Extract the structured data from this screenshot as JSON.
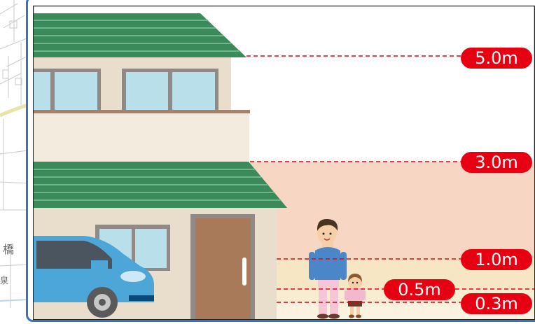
{
  "depth_levels": [
    {
      "value": 5.0,
      "label": "5.0m"
    },
    {
      "value": 3.0,
      "label": "3.0m"
    },
    {
      "value": 1.0,
      "label": "1.0m"
    },
    {
      "value": 0.5,
      "label": "0.5m"
    },
    {
      "value": 0.3,
      "label": "0.3m"
    }
  ],
  "map_fragment": {
    "kanji_1": "橋",
    "kanji_2": "泉"
  },
  "colors": {
    "frame_blue": "#3a73b8",
    "marker_red": "#e60012",
    "roof_green": "#3b8a5a",
    "wall_beige": "#e9ddcc",
    "window_blue": "#b9e0ea",
    "zone_3m_5m": "#ffffff",
    "zone_1m_3m": "#f8d6c4",
    "zone_0_5m_1m": "#f6e6c4",
    "zone_0_3m_0_5m": "#faecd0",
    "zone_0_0_3m": "#fbf3e0",
    "car_blue": "#4da6d8",
    "door_brown": "#a87a5a"
  }
}
